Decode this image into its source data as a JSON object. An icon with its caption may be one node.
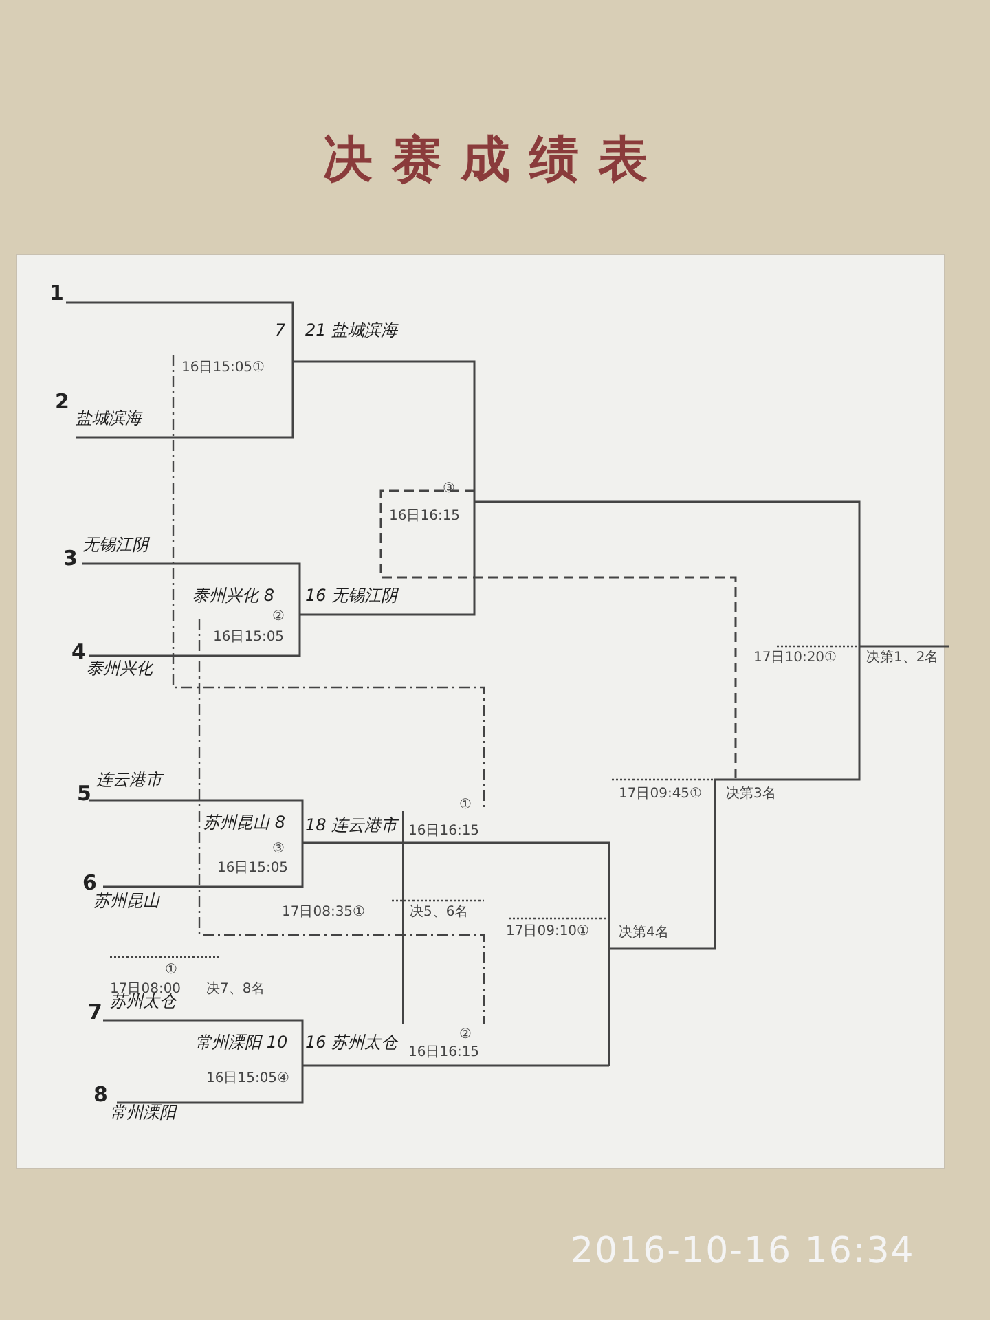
{
  "diagram": {
    "title": "决赛成绩表",
    "labels": [
      "1",
      "7",
      "21 盐城滨海",
      "16日15:05①",
      "2",
      "盐城滨海",
      "③",
      "16日16:15",
      "3",
      "无锡江阴",
      "泰州兴化 8",
      "16 无锡江阴",
      "②",
      "16日15:05",
      "4",
      "泰州兴化",
      "17日10:20①",
      "决第1、2名",
      "5",
      "连云港市",
      "17日09:45①",
      "决第3名",
      "苏州昆山 8",
      "18 连云港市",
      "①",
      "16日16:15",
      "③",
      "16日15:05",
      "6",
      "苏州昆山",
      "17日08:35①",
      "决5、6名",
      "17日09:10①",
      "决第4名",
      "①",
      "17日08:00",
      "决7、8名",
      "7",
      "苏州太仓",
      "常州溧阳 10",
      "16 苏州太仓",
      "②",
      "16日16:15",
      "16日15:05④",
      "8",
      "常州溧阳",
      "2016-10-16 16:34"
    ]
  }
}
